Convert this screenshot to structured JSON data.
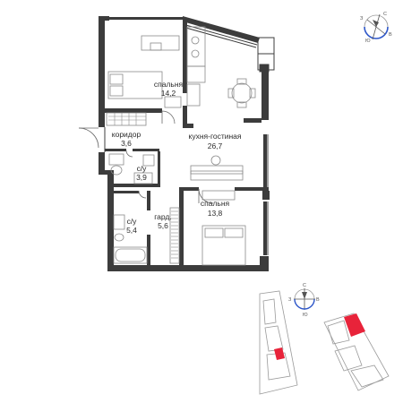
{
  "rooms": {
    "bedroom_top": {
      "name": "спальня",
      "area": "14,2"
    },
    "kitchen_living": {
      "name": "кухня-гостиная",
      "area": "26,7"
    },
    "corridor": {
      "name": "коридор",
      "area": "3,6"
    },
    "bathroom_1": {
      "name": "с/у",
      "area": "3,9"
    },
    "bedroom_bottom": {
      "name": "спальня",
      "area": "13,8"
    },
    "bathroom_2": {
      "name": "с/у",
      "area": "5,4"
    },
    "wardrobe": {
      "name": "гард.",
      "area": "5,6"
    }
  },
  "compass_top": {
    "letters": [
      "С",
      "В",
      "Ю",
      "З"
    ]
  },
  "compass_site": {
    "letters": [
      "С",
      "В",
      "Ю",
      "З"
    ]
  },
  "colors": {
    "wall": "#3c3c3c",
    "furniture": "#8a8a8a",
    "site_outline": "#9a9a9a",
    "highlight": "#e8233a",
    "compass_accent": "#2e57c9"
  }
}
